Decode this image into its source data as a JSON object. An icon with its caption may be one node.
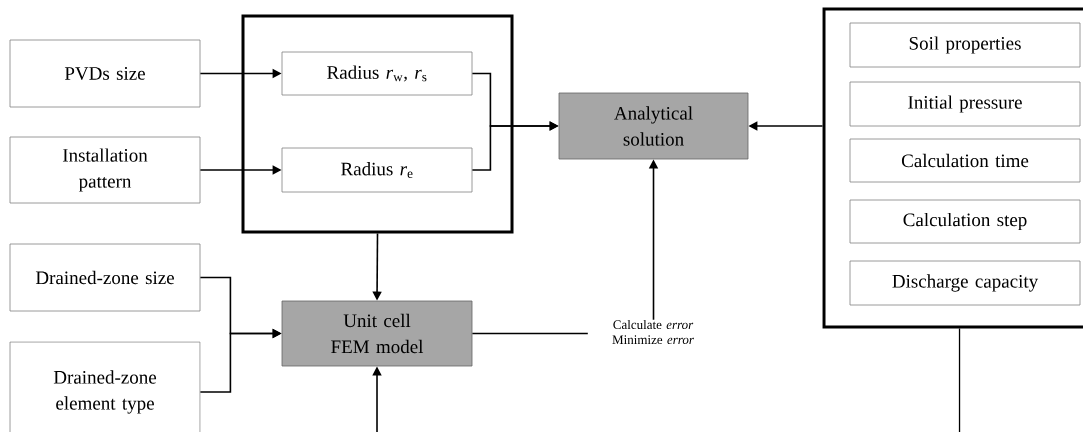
{
  "diagram": {
    "nodes": [
      {
        "text": [
          "PVDs size"
        ]
      },
      {
        "text": [
          "Installation pattern"
        ]
      },
      {
        "text": [],
        "shape": "box"
      },
      {
        "text": [
          "Radius *r*$_{w}$, *r*$_{s}$"
        ],
        "in": 2
      },
      {
        "text": [
          "Radius *r*$_{e}$"
        ],
        "in": 2
      },
      {
        "text": [
          "Analytical solution"
        ]
      },
      {
        "text": [],
        "shape": "box"
      },
      {
        "text": [
          "Soil properties"
        ],
        "in": 6
      },
      {
        "text": [
          "Initial pressure"
        ],
        "in": 6
      },
      {
        "text": [
          "Calculation time"
        ],
        "in": 6
      },
      {
        "text": [
          "Calculation step"
        ],
        "in": 6
      },
      {
        "text": [
          "Discharge capacity"
        ],
        "in": 6
      },
      {
        "text": [
          "Drained-zone size"
        ]
      },
      {
        "text": [
          "Drained-zone element type"
        ]
      },
      {
        "text": [
          "Unit cell FEM model"
        ]
      },
      {
        "text": [
          "Calculate *error*",
          "Minimize *error*"
        ]
      }
    ],
    "edges": [
      {
        "from": 0,
        "to": 3,
        "arrow": "to"
      },
      {
        "from": 1,
        "to": 4,
        "arrow": "to"
      },
      {
        "from": 3,
        "to": 5,
        "arrow": "to"
      },
      {
        "from": 4,
        "to": 5,
        "arrow": "to"
      },
      {
        "from": 6,
        "to": 5,
        "arrow": "to"
      },
      {
        "from": 2,
        "to": 14,
        "arrow": "to"
      },
      {
        "from": 12,
        "to": 14,
        "arrow": "to"
      },
      {
        "from": 13,
        "to": 14,
        "arrow": "to"
      },
      {
        "from": 14,
        "to": 15,
        "arrow": "none"
      },
      {
        "from": 15,
        "to": 5,
        "arrow": "to"
      },
      {
        "from": 6,
        "to": null,
        "arrow": "none"
      },
      {
        "from": null,
        "to": 14,
        "arrow": "to"
      }
    ]
  }
}
